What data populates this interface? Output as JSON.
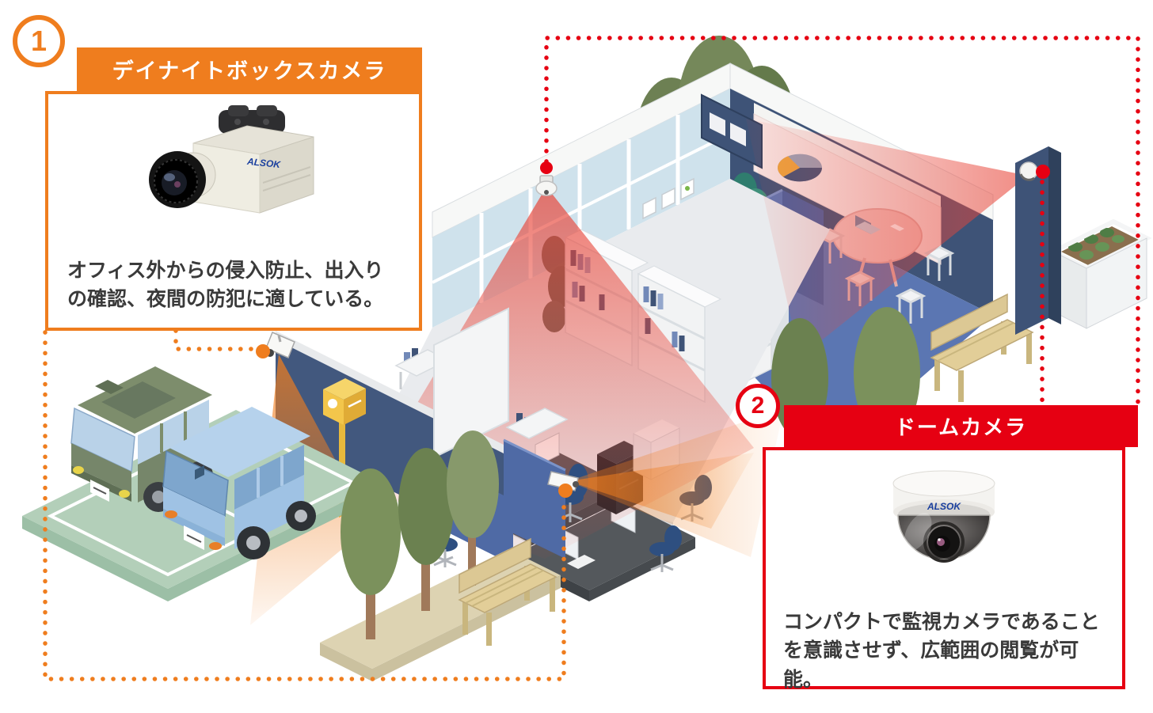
{
  "accent_colors": {
    "callout1_orange": "#ef7d1e",
    "callout2_red": "#e60012"
  },
  "callout1": {
    "number": "1",
    "title": "デイナイトボックスカメラ",
    "description": "オフィス外からの侵入防止、出入りの確認、夜間の防犯に適している。",
    "product_logo": "ALSOK"
  },
  "callout2": {
    "number": "2",
    "title": "ドームカメラ",
    "description": "コンパクトで監視カメラであることを意識させず、広範囲の閲覧が可能。",
    "product_logo": "ALSOK"
  }
}
